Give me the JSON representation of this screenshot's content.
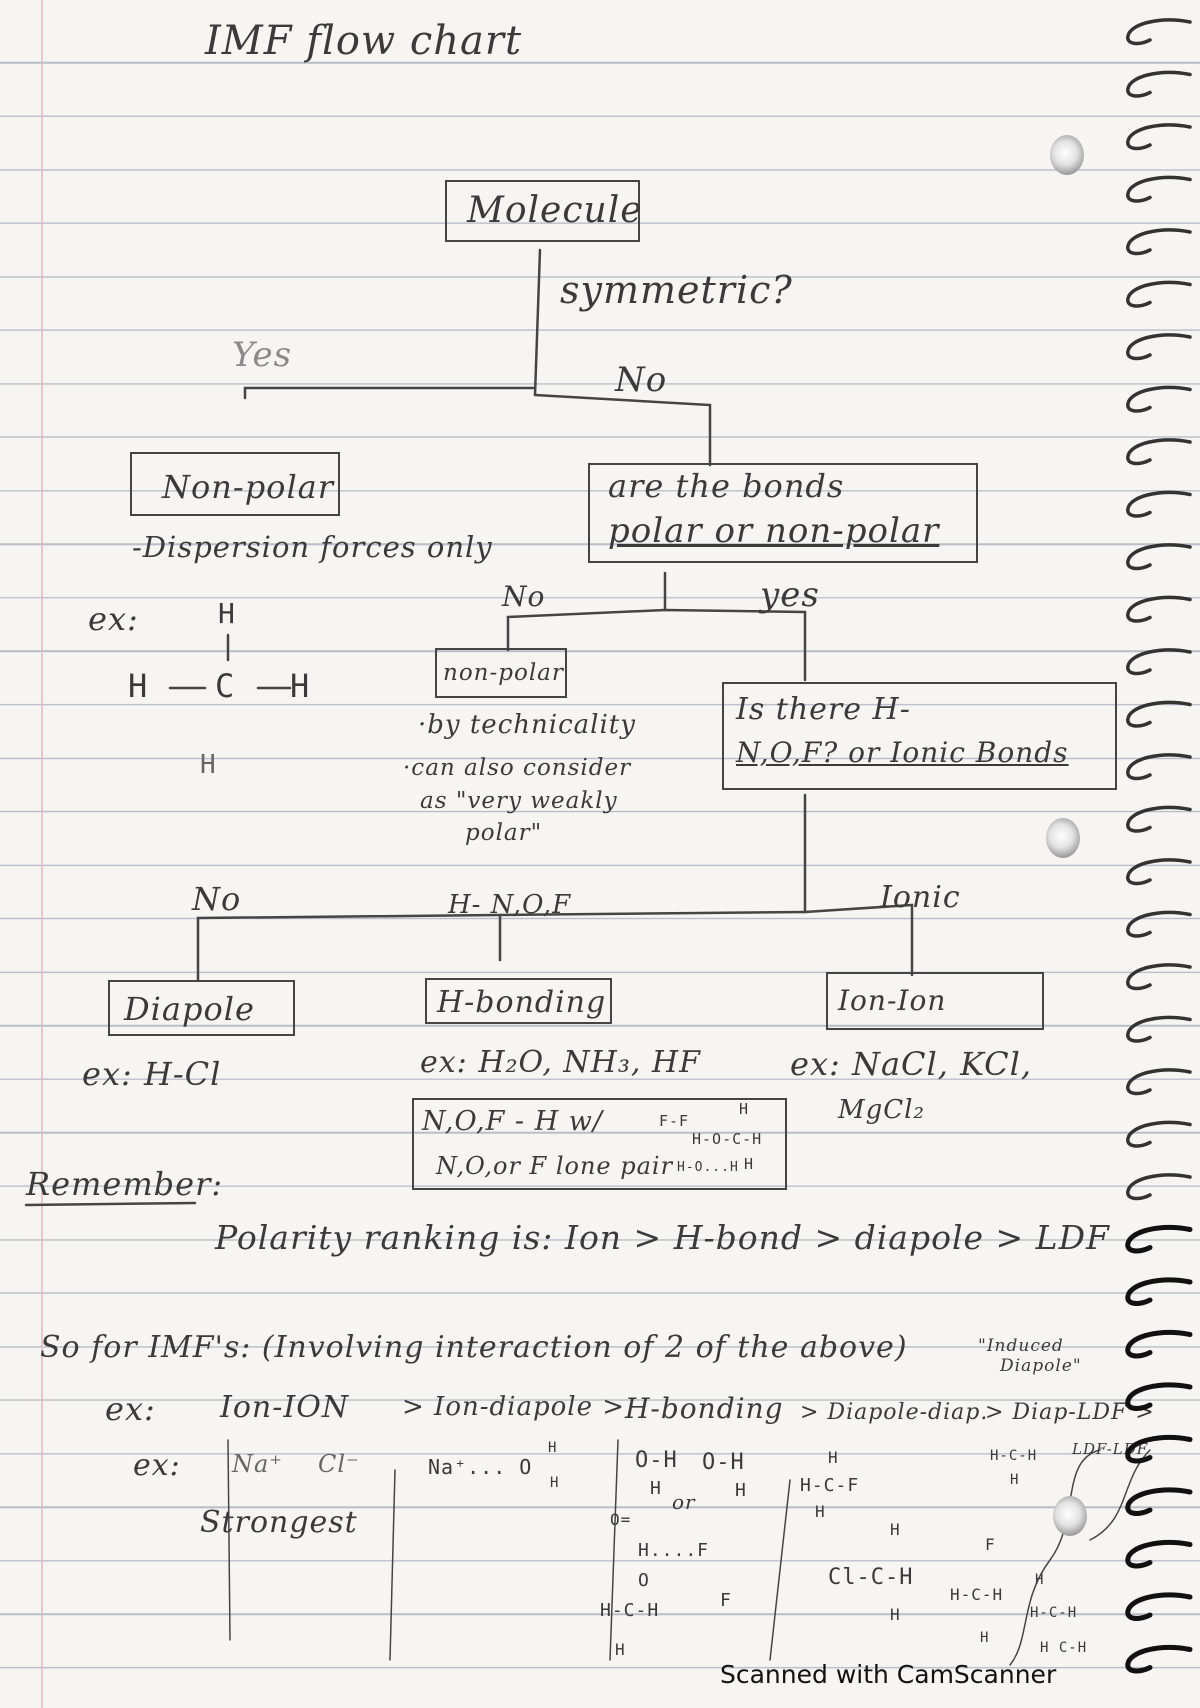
{
  "title": "IMF flow chart",
  "root": {
    "label": "Molecule",
    "question": "symmetric?"
  },
  "branch_yes": {
    "edge": "Yes",
    "node": "Non-polar",
    "note": "-Dispersion forces only",
    "example_label": "ex:",
    "example_atoms": [
      "H",
      "H",
      "C",
      "H",
      "H"
    ]
  },
  "branch_no": {
    "edge": "No",
    "node_lines": [
      "are the bonds",
      "polar or non-polar"
    ]
  },
  "bonds_no": {
    "edge": "No",
    "node": "non-polar",
    "notes": [
      "·by technicality",
      "·can also consider",
      "as \"very weakly",
      "polar\""
    ]
  },
  "bonds_yes": {
    "edge": "yes",
    "node_lines": [
      "Is there H-",
      "N,O,F? or Ionic Bonds"
    ]
  },
  "outcomes": {
    "dipole": {
      "edge": "No",
      "node": "Diapole",
      "example": "ex: H-Cl"
    },
    "hbond": {
      "edge": "H- N,O,F",
      "node": "H-bonding",
      "example": "ex: H₂O, NH₃, HF",
      "rule_lines": [
        "N,O,F - H w/",
        "N,O,or F lone pair"
      ],
      "rule_sketch_text": [
        "F-F",
        "H",
        "H-O-C-H",
        "H-O...H",
        "H"
      ]
    },
    "ionic": {
      "edge": "Ionic",
      "node": "Ion-Ion",
      "example_lines": [
        "ex: NaCl, KCl,",
        "MgCl₂"
      ]
    }
  },
  "remember": {
    "label": "Remember:",
    "text": "Polarity ranking is: Ion > H-bond > diapole > LDF"
  },
  "imf_section": {
    "heading": "So for IMF's: (Involving interaction of 2 of the above)",
    "induced_note_lines": [
      "\"Induced",
      "Diapole\""
    ],
    "ex_label": "ex:",
    "ex2_label": "ex:",
    "ranking": [
      "Ion-ION",
      "> Ion-diapole >",
      "H-bonding",
      "> Diapole-diap.",
      "> Diap-LDF >",
      "LDF-LDF"
    ],
    "strongest": "Strongest",
    "ion_ion_example": [
      "Na⁺",
      "Cl⁻"
    ],
    "ion_dipole_example": [
      "Na⁺... O",
      "H",
      "H"
    ],
    "hbond_sketches": [
      "O-H",
      "H",
      "O-H",
      "H",
      "or",
      "O=",
      "H....F",
      "O",
      "H-C-H",
      "H",
      "F"
    ],
    "dipole_sketches": [
      "H",
      "H-C-F",
      "H",
      "H",
      "Cl-C-H",
      "H"
    ],
    "ldf_sketches": [
      "H-C-H",
      "H",
      "F",
      "H-C-H",
      "H",
      "H-C-H",
      "H",
      "H C-H"
    ]
  },
  "watermark": "Scanned with CamScanner"
}
